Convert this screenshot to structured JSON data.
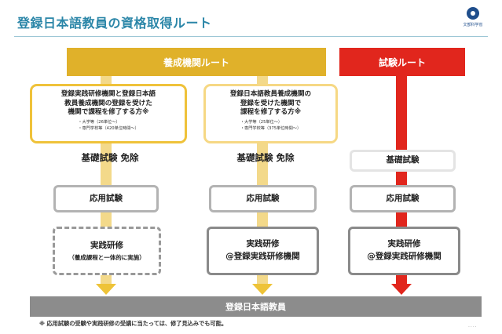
{
  "title": "登録日本語教員の資格取得ルート",
  "logo": {
    "icon": "ministry-emblem-icon",
    "caption": "文部科学省"
  },
  "bands": {
    "yosei": "養成機関ルート",
    "shiken": "試験ルート"
  },
  "route_boxes": [
    {
      "lines": [
        "登録実践研修機関と登録日本語",
        "教員養成機関の登録を受けた",
        "機関で課程を修了する方※"
      ],
      "notes": [
        "・大学等（26単位～）",
        "・専門学校等（420単位時間～）"
      ]
    },
    {
      "lines": [
        "登録日本語教員養成機関の",
        "登録を受けた機関で",
        "課程を修了する方※"
      ],
      "notes": [
        "・大学等（25単位～）",
        "・専門学校等（375単位時間～）"
      ]
    }
  ],
  "exemptions": [
    "基礎試験 免除",
    "基礎試験 免除"
  ],
  "steps": {
    "kiso": "基礎試験",
    "oyo": "応用試験",
    "jissen_integrated": {
      "line": "実践研修",
      "sub": "（養成課程と一体的に実施）"
    },
    "jissen_registered": [
      "実践研修",
      "@登録実践研修機関"
    ]
  },
  "result": "登録日本語教員",
  "footnote": "※ 応用試験の受験や実践研修の受講に当たっては、修了見込みでも可能。",
  "page_marker": "....",
  "colors": {
    "accent_title": "#2b86a8",
    "yosei": "#e0b12a",
    "shiken": "#e1261d",
    "result": "#8c8c8c"
  }
}
